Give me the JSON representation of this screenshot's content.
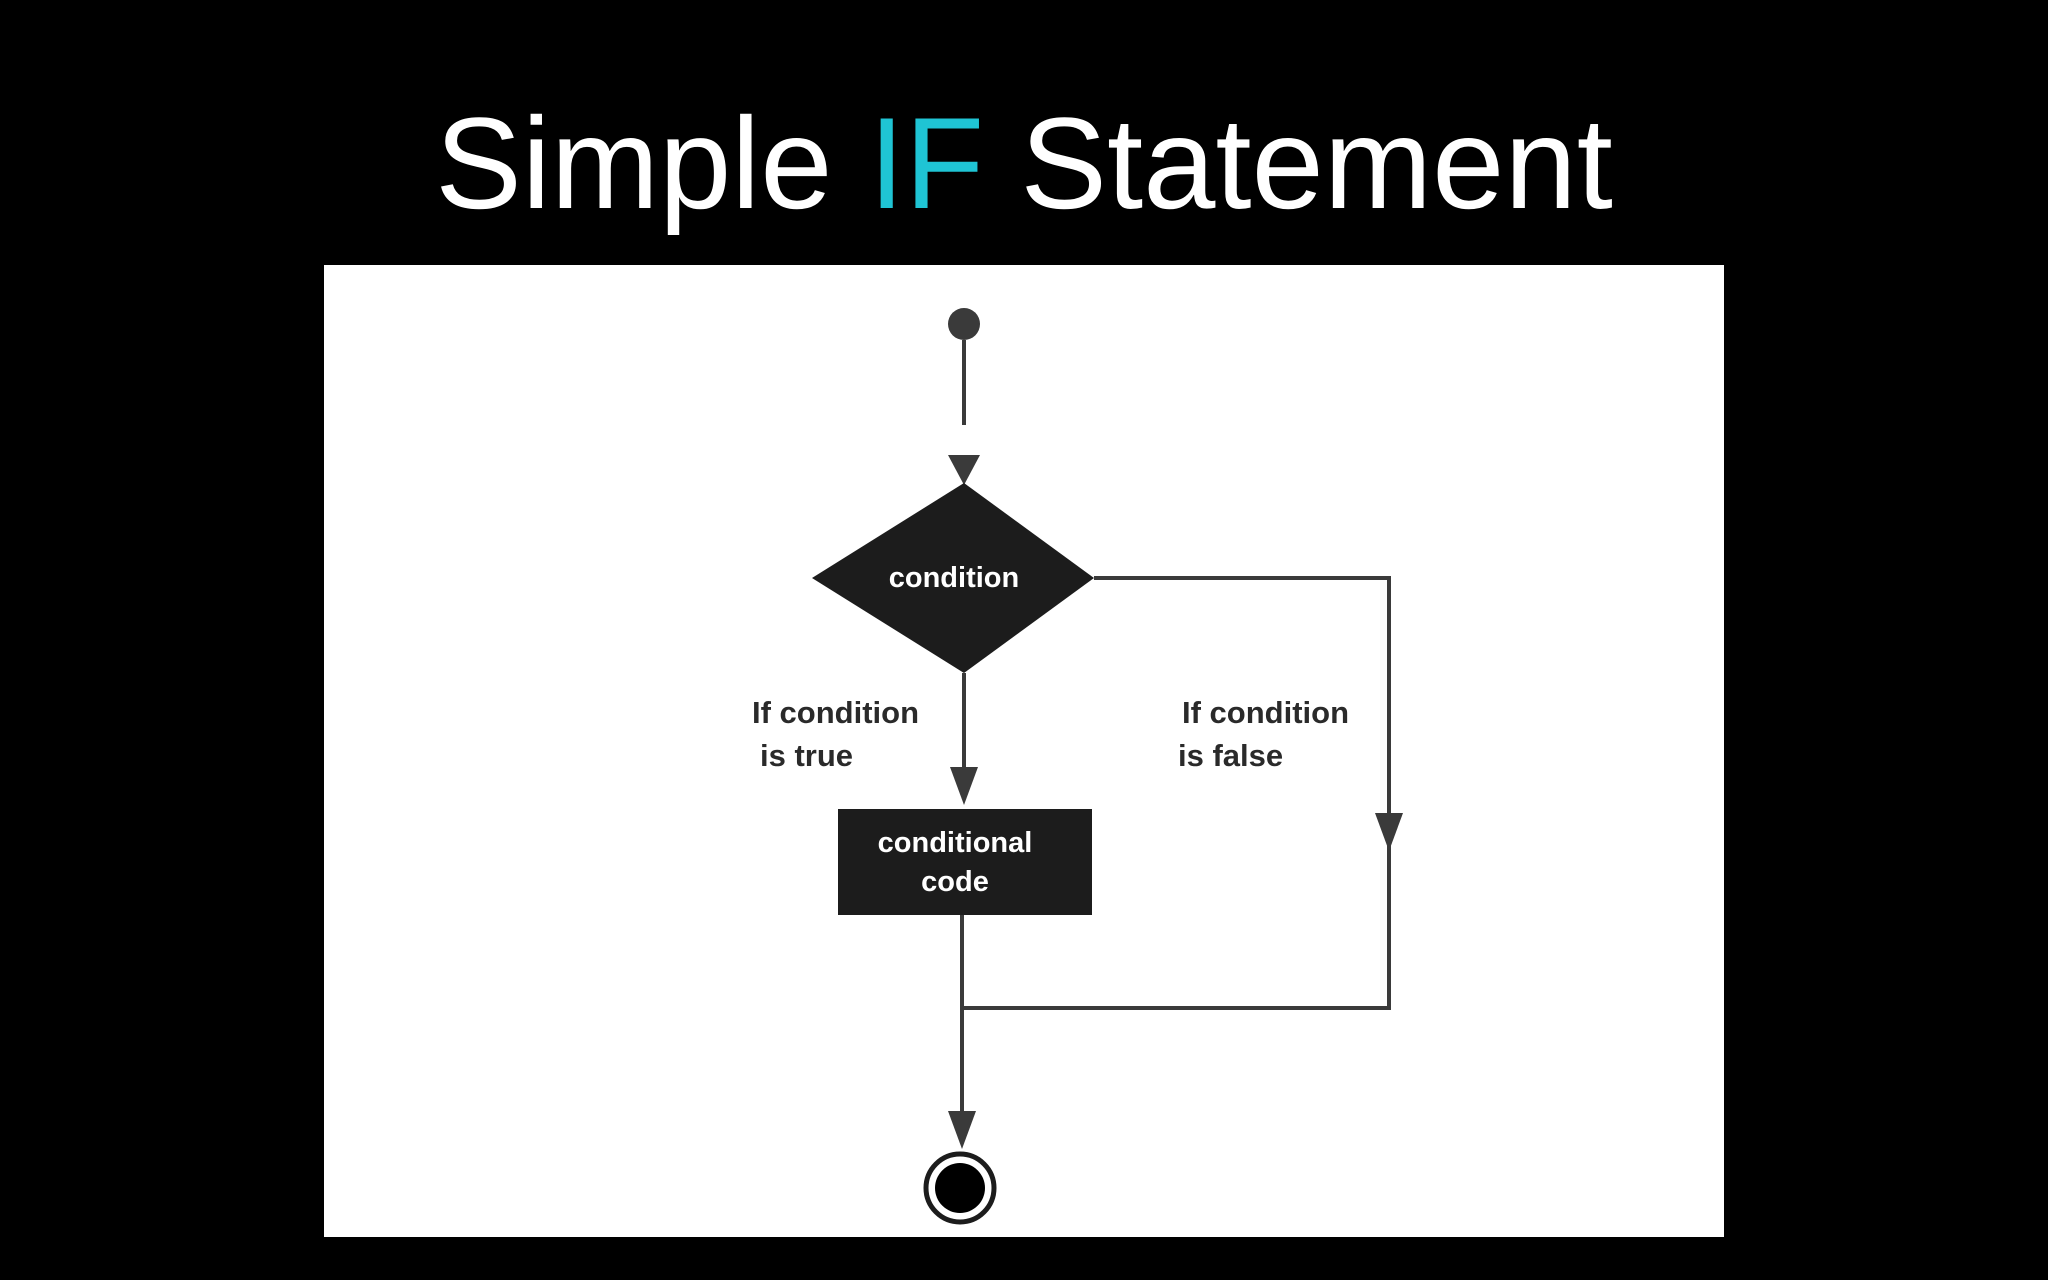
{
  "slide": {
    "title_part1": "Simple ",
    "title_accent": "IF",
    "title_part2": " Statement",
    "accent_color": "#1fc4d4",
    "background_color": "#000000"
  },
  "diagram": {
    "nodes": {
      "start": {
        "kind": "initial-node"
      },
      "decision": {
        "kind": "decision",
        "label": "condition"
      },
      "action": {
        "kind": "process",
        "label_line1": "conditional",
        "label_line2": "code"
      },
      "end": {
        "kind": "final-node"
      }
    },
    "edge_labels": {
      "true_line1": "If condition",
      "true_line2": "is true",
      "false_line1": "If condition",
      "false_line2": "is false"
    },
    "colors": {
      "shape_fill": "#1c1c1c",
      "line": "#3a3a3a",
      "panel": "#ffffff"
    }
  }
}
